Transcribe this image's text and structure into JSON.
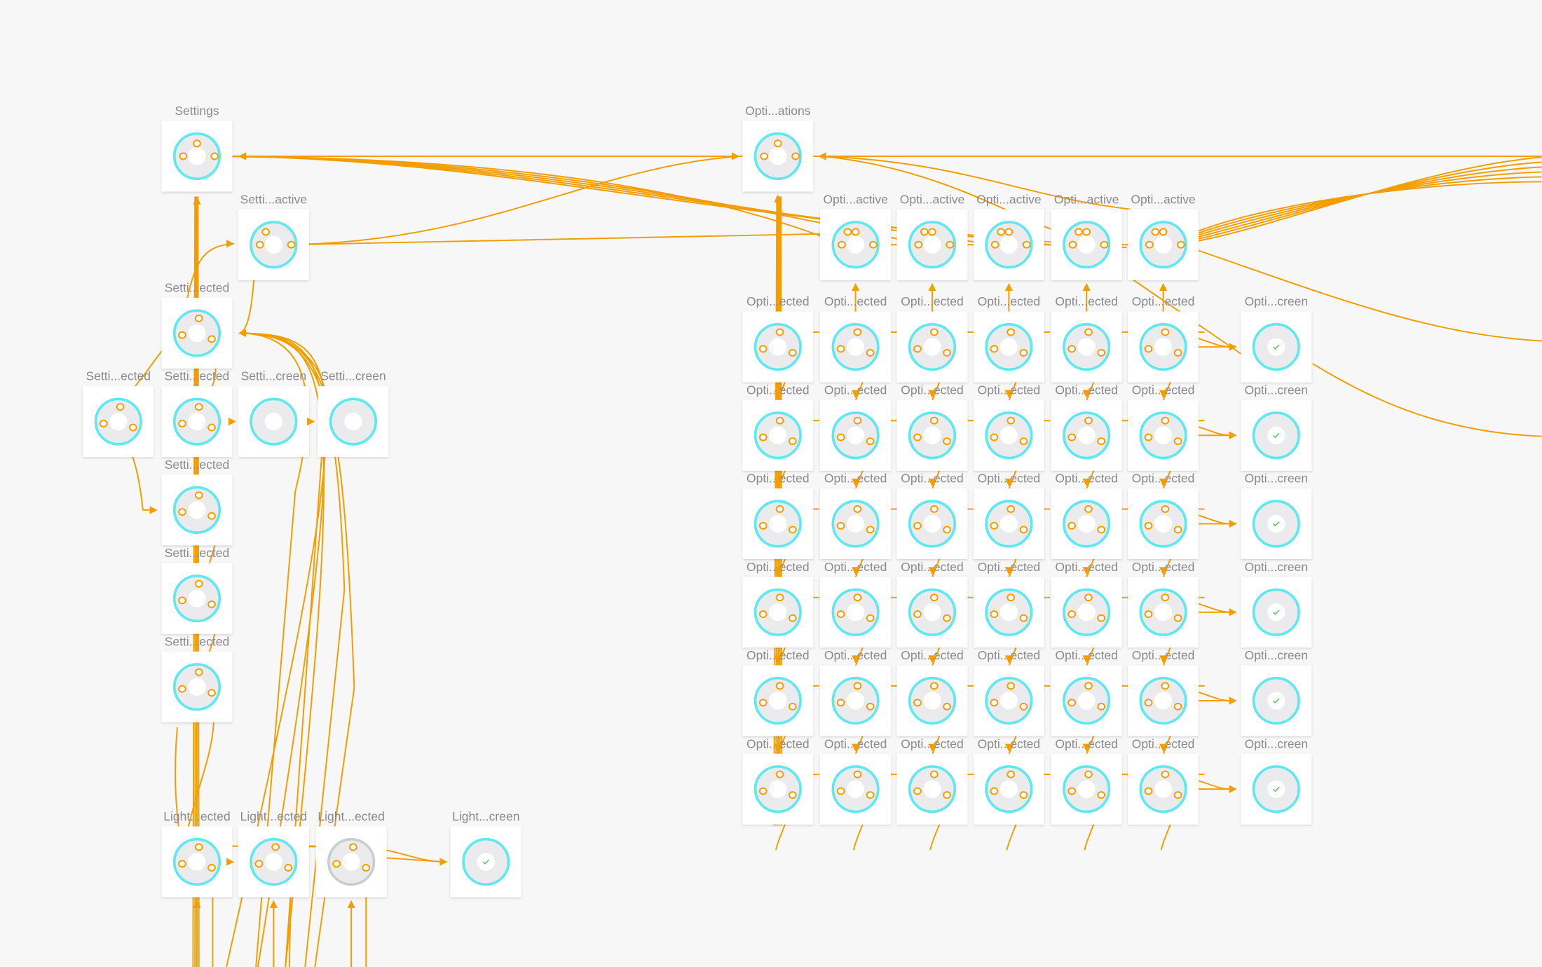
{
  "colors": {
    "edge": "#f29d00",
    "ring": "#5ee9f0",
    "ring_inactive": "#c9cdd0",
    "card": "#ffffff",
    "background": "#f7f7f7",
    "label": "#8a8a8e"
  },
  "settings": {
    "root": "Settings",
    "active": "Setti...active",
    "selected": [
      "Setti...ected",
      "Setti...ected",
      "Setti...ected",
      "Setti...ected",
      "Setti...ected",
      "Setti...ected"
    ],
    "screens": [
      "Setti...creen",
      "Setti...creen"
    ]
  },
  "lights": {
    "selected": [
      "Light...ected",
      "Light...ected",
      "Light...ected"
    ],
    "screen": "Light...creen"
  },
  "options": {
    "root": "Opti...ations",
    "active": [
      "Opti...active",
      "Opti...active",
      "Opti...active",
      "Opti...active",
      "Opti...active"
    ],
    "selected_label": "Opti...ected",
    "screen_label": "Opti...creen"
  }
}
